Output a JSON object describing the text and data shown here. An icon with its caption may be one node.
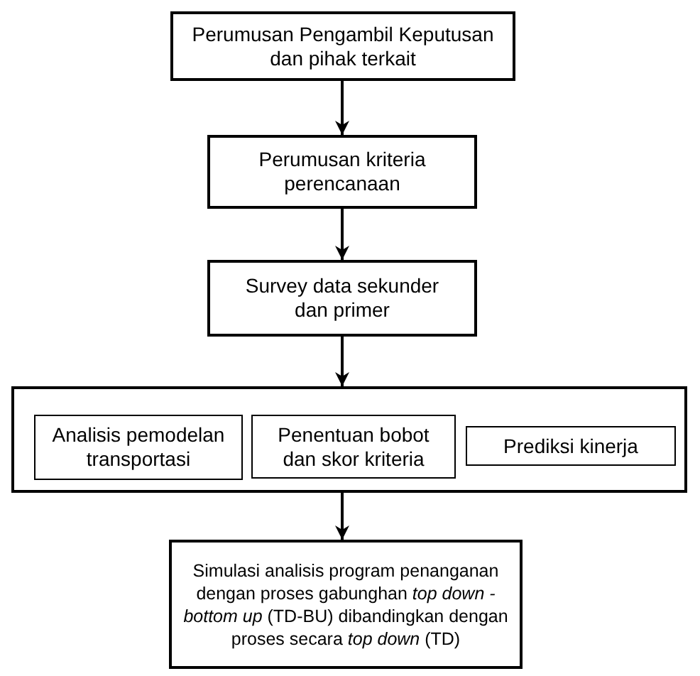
{
  "diagram": {
    "nodes": [
      {
        "text": [
          "Perumusan Pengambil Keputusan dan pihak terkait"
        ]
      },
      {
        "text": [
          "Perumusan kriteria perencanaan"
        ]
      },
      {
        "text": [
          "Survey data sekunder dan primer"
        ]
      },
      {
        "text": [],
        "shape": "box"
      },
      {
        "text": [
          "Analisis pemodelan transportasi"
        ],
        "in": 3
      },
      {
        "text": [
          "Penentuan bobot dan skor kriteria"
        ],
        "in": 3
      },
      {
        "text": [
          "Prediksi kinerja"
        ],
        "in": 3
      },
      {
        "text": [
          "Simulasi analisis program penanganan dengan proses gabunghan *top down - bottom up* (TD-BU) dibandingkan dengan proses secara *top down* (TD)"
        ]
      }
    ],
    "edges": [
      {
        "from": 0,
        "to": 1,
        "arrow": "to"
      },
      {
        "from": 1,
        "to": 2,
        "arrow": "to"
      },
      {
        "from": 2,
        "to": 3,
        "arrow": "to"
      },
      {
        "from": 3,
        "to": 7,
        "arrow": "to"
      }
    ]
  }
}
